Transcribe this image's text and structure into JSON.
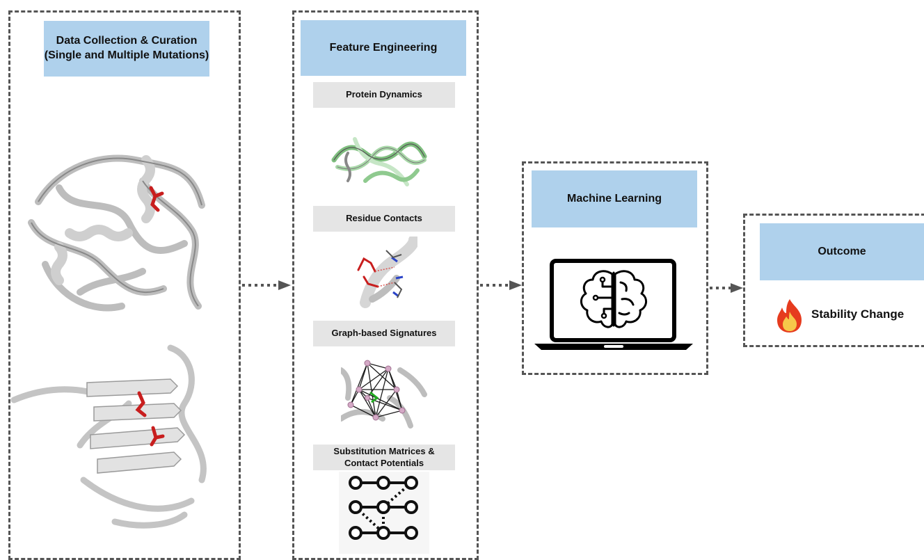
{
  "stages": {
    "data_collection": {
      "title_line1": "Data Collection & Curation",
      "title_line2": "(Single and Multiple Mutations)"
    },
    "feature_engineering": {
      "title": "Feature Engineering",
      "features": [
        {
          "label": "Protein Dynamics"
        },
        {
          "label": "Residue Contacts"
        },
        {
          "label": "Graph-based Signatures"
        },
        {
          "label_line1": "Substitution Matrices &",
          "label_line2": "Contact Potentials"
        }
      ]
    },
    "machine_learning": {
      "title": "Machine Learning"
    },
    "outcome": {
      "title": "Outcome",
      "result_label": "Stability Change"
    }
  },
  "colors": {
    "header_blue": "#afd1ec",
    "subheader_gray": "#e5e5e5",
    "dash_border": "#555555",
    "mutation_red": "#c81e1e"
  },
  "icons": [
    "protein-structure-icon",
    "contact-map-icon",
    "graph-signature-icon",
    "substitution-graph-icon",
    "laptop-brain-icon",
    "flame-icon",
    "arrow-right-icon"
  ]
}
